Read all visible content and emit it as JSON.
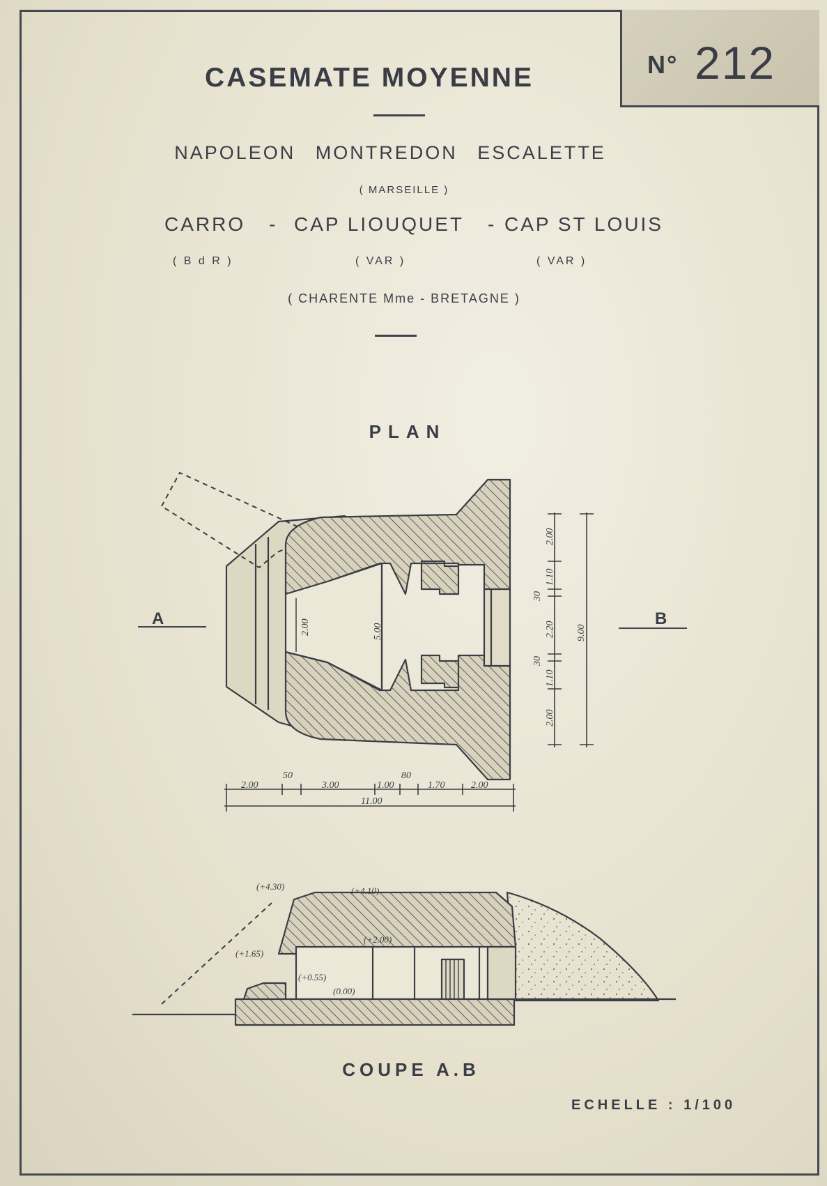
{
  "sheet": {
    "number_prefix": "N°",
    "number": "212",
    "title": "CASEMATE MOYENNE",
    "sites_line1": "NAPOLEON   MONTREDON   ESCALETTE",
    "sites_line1_region": "( MARSEILLE )",
    "sites_line2": {
      "carro": "CARRO",
      "sep1": "-",
      "liouquet": "CAP LIOUQUET",
      "sep2": "-",
      "stlouis": "CAP ST LOUIS"
    },
    "regions_line2": {
      "carro": "( B d R )",
      "liouquet": "( VAR )",
      "stlouis": "( VAR )"
    },
    "charente": "( CHARENTE Mme - BRETAGNE )"
  },
  "plan": {
    "label": "PLAN",
    "section_a": "A",
    "section_b": "B",
    "dims_bottom": [
      "2.00",
      "50",
      "3.00",
      "1.00",
      "80",
      "1.70",
      "2.00"
    ],
    "dim_total_width": "11.00",
    "dims_right": [
      "2.00",
      "1.10",
      "30",
      "2.20",
      "30",
      "1.10",
      "2.00"
    ],
    "dim_total_height": "9.00",
    "dim_inner_opening": "2.00",
    "dim_inner_width": "5.00"
  },
  "section": {
    "label": "COUPE A.B",
    "levels": [
      "(+4.30)",
      "(+4.10)",
      "(+2.00)",
      "(+1.65)",
      "(+0.55)",
      "(0.00)"
    ]
  },
  "scale": "ECHELLE : 1/100",
  "colors": {
    "ink": "#3a3d45",
    "paper": "#e9e4d2"
  }
}
